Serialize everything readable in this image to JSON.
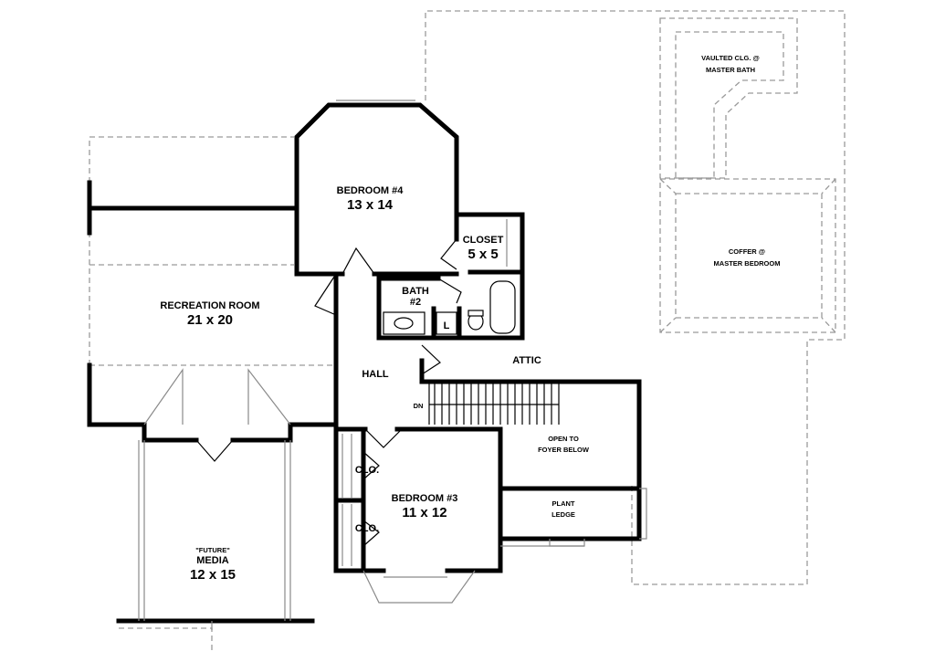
{
  "rooms": {
    "bedroom4": {
      "name": "BEDROOM #4",
      "size": "13 x 14"
    },
    "closet": {
      "name": "CLOSET",
      "size": "5 x 5"
    },
    "bath2": {
      "name": "BATH",
      "number": "#2",
      "linen": "L"
    },
    "recreation": {
      "name": "RECREATION ROOM",
      "size": "21 x 20"
    },
    "hall": {
      "name": "HALL"
    },
    "attic": {
      "name": "ATTIC"
    },
    "stair_dn": "DN",
    "open_to": {
      "line1": "OPEN TO",
      "line2": "FOYER BELOW"
    },
    "plant_ledge": {
      "line1": "PLANT",
      "line2": "LEDGE"
    },
    "clo_upper": "CLO.",
    "clo_lower": "CLO.",
    "bedroom3": {
      "name": "BEDROOM #3",
      "size": "11 x 12"
    },
    "media": {
      "line1": "\"FUTURE\"",
      "line2": "MEDIA",
      "size": "12 x 15"
    },
    "vaulted": {
      "line1": "VAULTED CLG. @",
      "line2": "MASTER BATH"
    },
    "coffer": {
      "line1": "COFFER @",
      "line2": "MASTER BEDROOM"
    }
  },
  "colors": {
    "walls": "#000000",
    "dashed_outline": "#9a9a9a",
    "background": "#ffffff"
  }
}
